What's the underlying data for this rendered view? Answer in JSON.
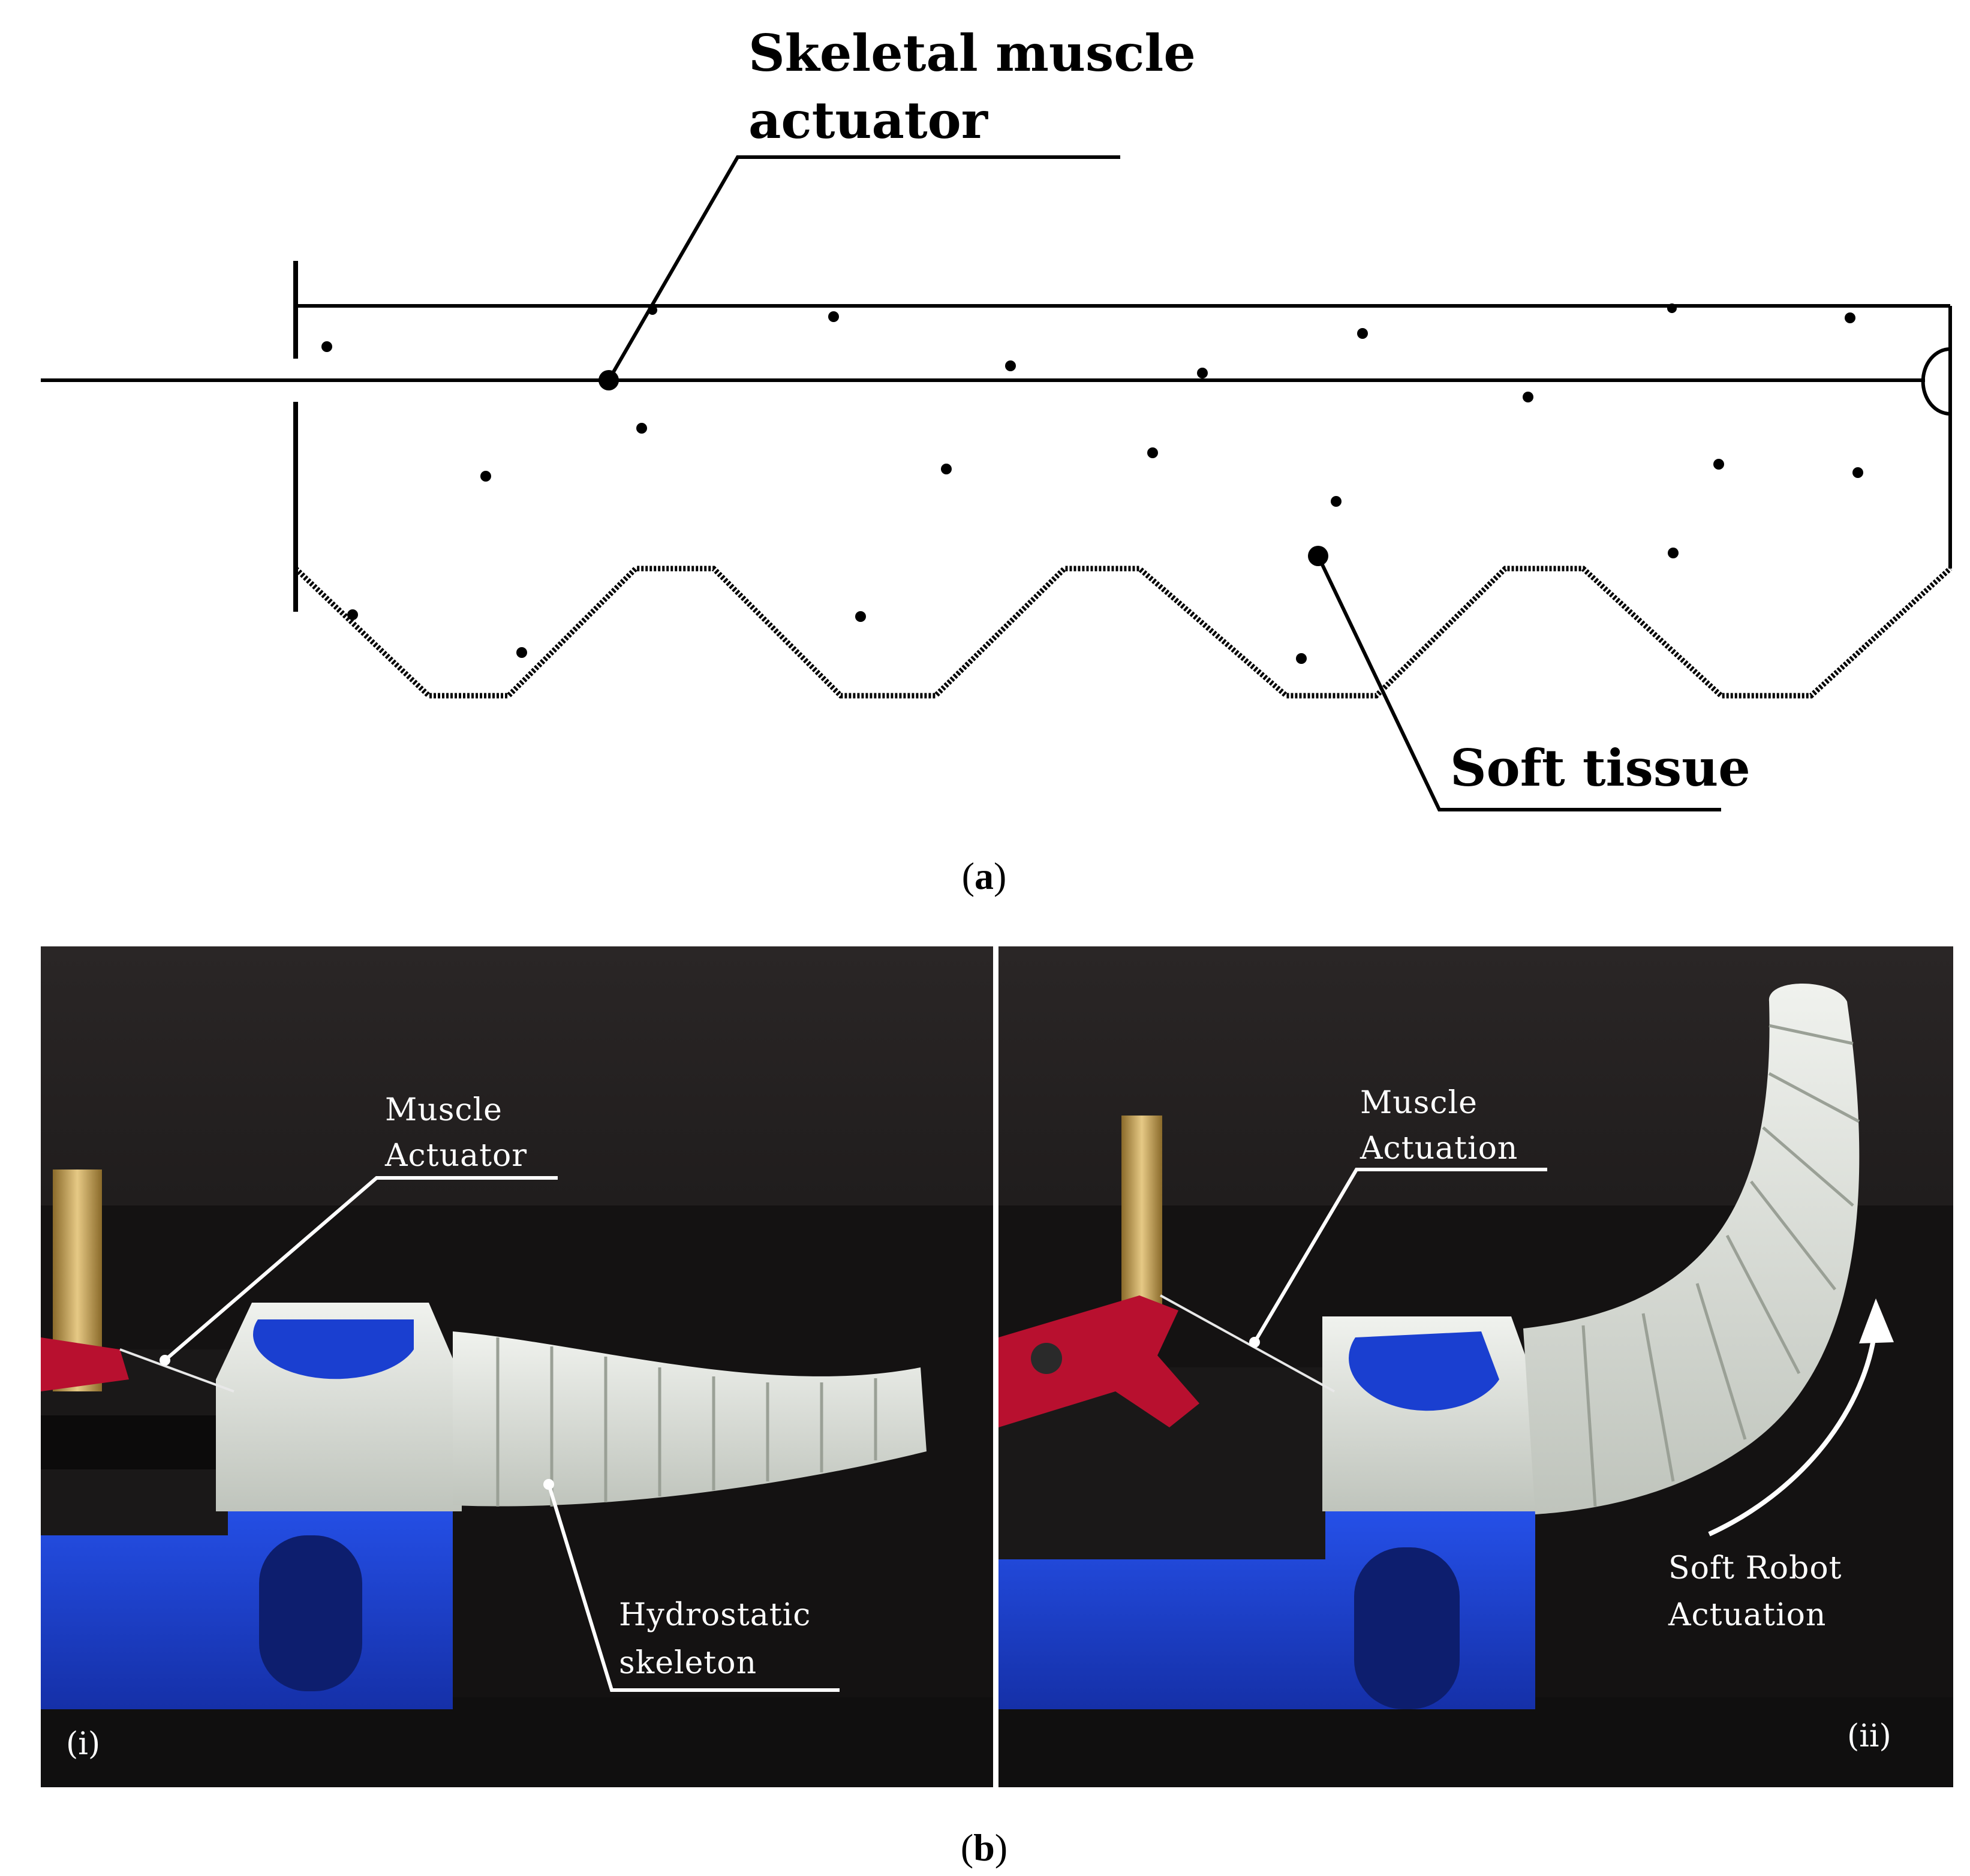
{
  "panel_a": {
    "label_muscle_line1": "Skeletal muscle",
    "label_muscle_line2": "actuator",
    "label_soft_tissue": "Soft tissue",
    "caption_open": "(",
    "caption_letter": "a",
    "caption_close": ")"
  },
  "panel_b": {
    "left": {
      "label_muscle_line1": "Muscle",
      "label_muscle_line2": "Actuator",
      "label_skeleton_line1": "Hydrostatic",
      "label_skeleton_line2": "skeleton",
      "tag": "(i)"
    },
    "right": {
      "label_muscle_line1": "Muscle",
      "label_muscle_line2": "Actuation",
      "label_robot_line1": "Soft Robot",
      "label_robot_line2": "Actuation",
      "tag": "(ii)"
    },
    "caption_open": "(",
    "caption_letter": "b",
    "caption_close": ")"
  },
  "colors": {
    "print_blue": "#1a3fd0",
    "soft_body": "#dfe2dc",
    "backdrop": "#1f1c1c",
    "servo_red": "#b8102f",
    "brass": "#c9a55a"
  }
}
